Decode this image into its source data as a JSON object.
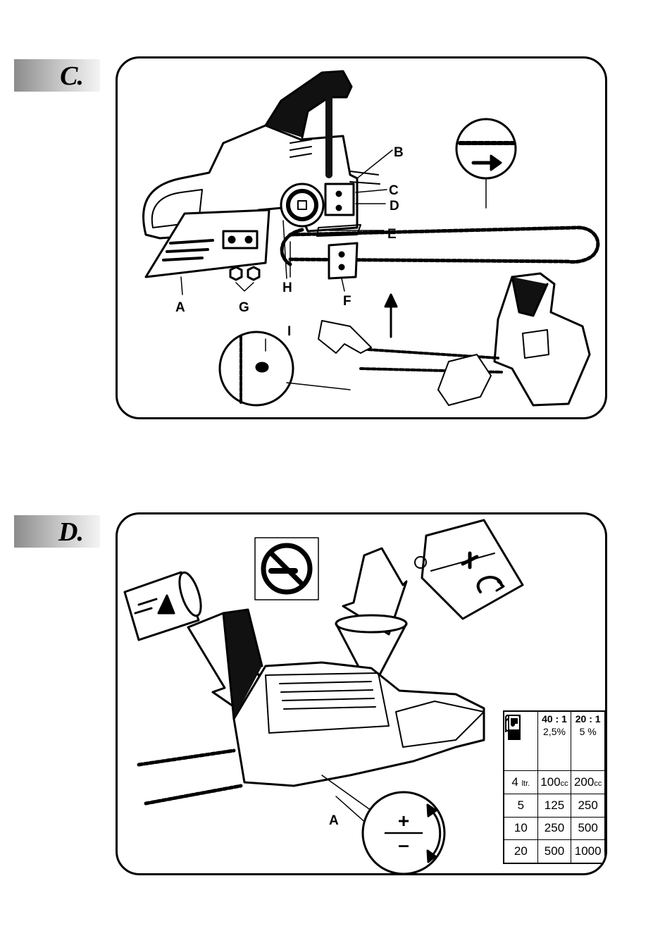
{
  "sections": {
    "c": {
      "tab": "C."
    },
    "d": {
      "tab": "D."
    }
  },
  "figure_c": {
    "labels": {
      "a": "A",
      "b": "B",
      "c": "C",
      "d": "D",
      "e": "E",
      "f": "F",
      "g": "G",
      "h": "H",
      "i": "I"
    },
    "icons": [
      "chain-direction-icon",
      "chainsaw-icon",
      "bar-icon",
      "glove-icon"
    ]
  },
  "figure_d": {
    "labels": {
      "a": "A"
    },
    "icons": [
      "no-smoking-icon",
      "chain-oil-can-icon",
      "fuel-mix-can-icon",
      "funnel-icon",
      "oil-adjust-icon"
    ],
    "adjust": {
      "plus": "+",
      "minus": "–"
    },
    "mix_table": {
      "ratios": [
        "40 : 1",
        "20 : 1"
      ],
      "percents": [
        "2,5%",
        "5 %"
      ],
      "rows": [
        {
          "fuel": "4",
          "fuel_unit": "ltr.",
          "r40": "100",
          "r40_unit": "cc",
          "r20": "200",
          "r20_unit": "cc"
        },
        {
          "fuel": "5",
          "r40": "125",
          "r20": "250"
        },
        {
          "fuel": "10",
          "r40": "250",
          "r20": "500"
        },
        {
          "fuel": "20",
          "r40": "500",
          "r20": "1000"
        }
      ]
    }
  }
}
